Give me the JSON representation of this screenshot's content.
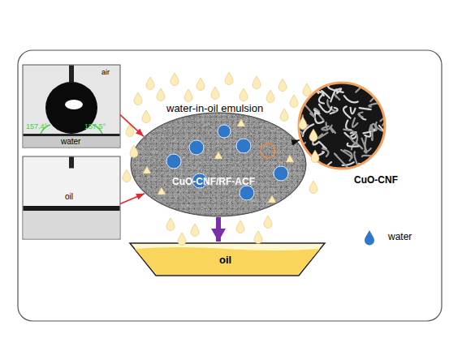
{
  "diagram": {
    "nodes": [
      {
        "text": [
          "air",
          "water",
          "157.4°",
          "157.5°"
        ]
      },
      {
        "text": [
          "oil"
        ]
      },
      {
        "text": [
          "CuO-CNF/RF-ACF"
        ]
      },
      {
        "text": [
          "CuO-CNF"
        ]
      },
      {
        "text": [
          "oil"
        ]
      }
    ],
    "edges": [
      {
        "from": 0,
        "to": 2,
        "arrow": "to"
      },
      {
        "from": 1,
        "to": 2,
        "arrow": "to"
      },
      {
        "from": 2,
        "to": 3,
        "arrow": "to"
      },
      {
        "from": 2,
        "to": 4,
        "arrow": "to"
      }
    ],
    "labels": [
      "water-in-oil emulsion"
    ],
    "legend": [
      {
        "text": "water",
        "color": "#2f77c9"
      }
    ]
  }
}
